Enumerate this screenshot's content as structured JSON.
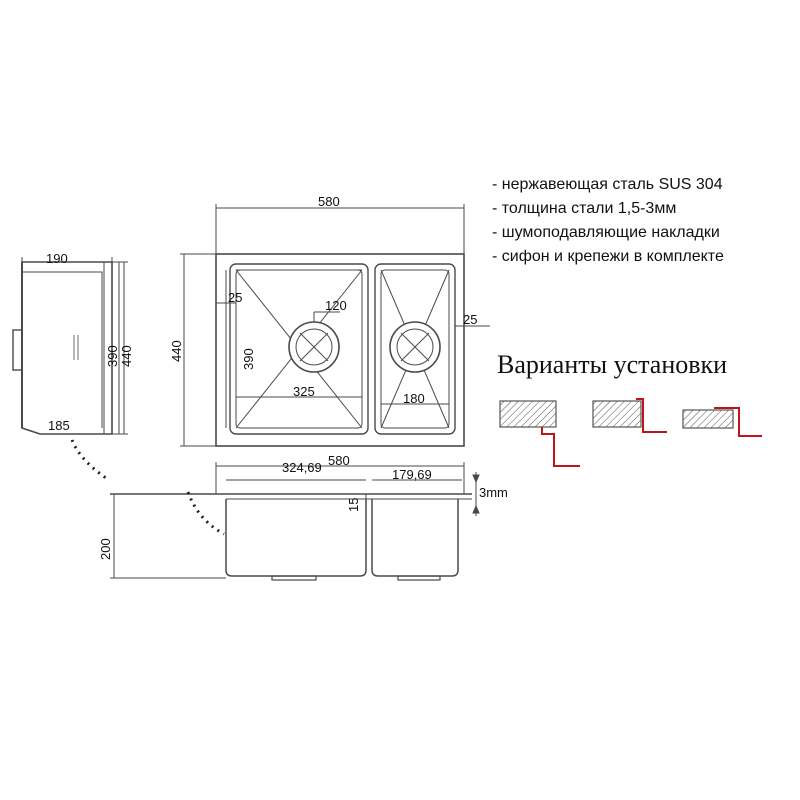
{
  "specs": [
    "- нержавеющая сталь SUS 304",
    "- толщина стали 1,5-3мм",
    "- шумоподавляющие накладки",
    "- сифон и крепежи в комплекте"
  ],
  "installation_title": "Варианты установки",
  "dimensions": {
    "top_width": "580",
    "side_depth": "190",
    "side_height_inner": "390",
    "side_height_outer": "440",
    "side_bottom": "185",
    "plan_height": "440",
    "left_margin": "25",
    "bowl_height": "390",
    "drain_diameter": "120",
    "big_bowl_width": "325",
    "small_bowl_width": "180",
    "right_margin": "25",
    "front_width": "580",
    "front_big_bowl": "324,69",
    "front_small_bowl": "179,69",
    "rim_height": "15",
    "thickness": "3mm",
    "total_height": "200"
  },
  "colors": {
    "line": "#4a4a4a",
    "accent": "#c0141c",
    "hatch_fill": "#d9d9d9"
  }
}
